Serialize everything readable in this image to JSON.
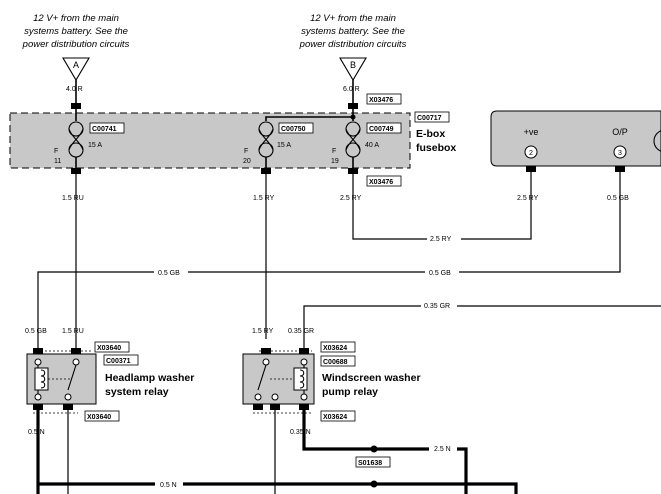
{
  "supplies": [
    {
      "line1": "12 V+ from the main",
      "line2": "systems battery. See the",
      "line3": "power distribution circuits",
      "letter": "A",
      "wire": "4.0 R"
    },
    {
      "line1": "12 V+ from the main",
      "line2": "systems battery. See the",
      "line3": "power distribution circuits",
      "letter": "B",
      "wire": "6.0 R"
    }
  ],
  "fusebox": {
    "code": "C00717",
    "title_line1": "E-box",
    "title_line2": "fusebox",
    "connector_top": "X03476",
    "connector_bottom": "X03476",
    "fuses": [
      {
        "code": "C00741",
        "rating": "15 A",
        "letter": "F",
        "number": "11"
      },
      {
        "code": "C00750",
        "rating": "15 A",
        "letter": "F",
        "number": "20"
      },
      {
        "code": "C00749",
        "rating": "40 A",
        "letter": "F",
        "number": "19"
      }
    ]
  },
  "module": {
    "pins": [
      {
        "label": "+ve",
        "number": "2"
      },
      {
        "label": "O/P",
        "number": "3"
      }
    ]
  },
  "wires": {
    "f11_out": "1.5 RU",
    "f20_out": "1.5 RY",
    "f19_out": "2.5 RY",
    "pin2_in": "2.5 RY",
    "pin3_out": "0.5 GB",
    "bridge_ry": "2.5 RY",
    "gb_left": "0.5 GB",
    "gb_right": "0.5 GB",
    "gr_run": "0.35 GR",
    "relay1_in_gb": "0.5 GB",
    "relay1_in_ru": "1.5 RU",
    "relay2_in_ry": "1.5 RY",
    "relay2_in_gr": "0.35 GR",
    "relay1_out_n": "0.5 N",
    "relay2_out_n": "0.35 N",
    "n_run_upper": "2.5 N",
    "n_run_lower": "0.5 N"
  },
  "relays": [
    {
      "connector_top": "X03640",
      "code": "C00371",
      "title_line1": "Headlamp washer",
      "title_line2": "system relay",
      "connector_bottom": "X03640"
    },
    {
      "connector_top": "X03624",
      "code": "C00688",
      "title_line1": "Windscreen washer",
      "title_line2": "pump relay",
      "connector_bottom": "X03624"
    }
  ],
  "splice": {
    "code": "S01638"
  }
}
